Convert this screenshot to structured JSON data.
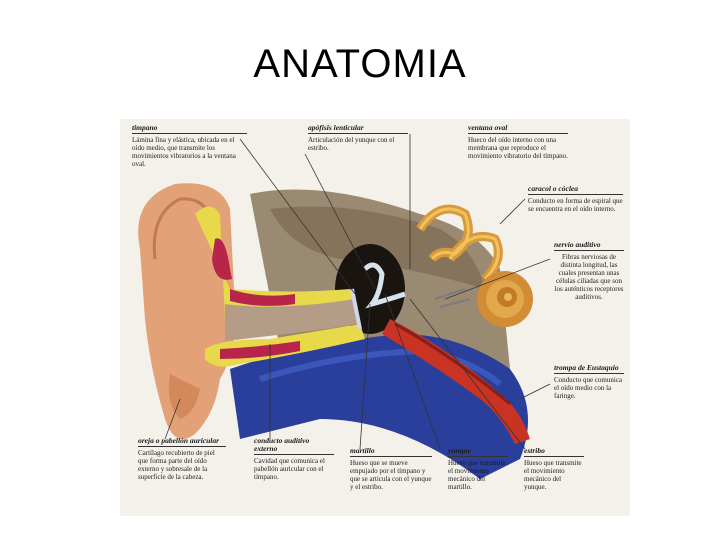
{
  "title": "ANATOMIA",
  "labels": {
    "timpano": {
      "heading": "timpano",
      "desc": "Lámina fina y elástica, ubicada en el oído medio, que transmite los movimientos vibratorios a la ventana oval."
    },
    "apofisis": {
      "heading": "apófisis lenticular",
      "desc": "Articulación del yunque con el estribo."
    },
    "ventana": {
      "heading": "ventana oval",
      "desc": "Hueco del oído interno con una membrana que reproduce el movimiento vibratorio del tímpano."
    },
    "caracol": {
      "heading": "caracol o cóclea",
      "desc": "Conducto en forma de espiral que se encuentra en el oído interno."
    },
    "nervio": {
      "heading": "nervio auditivo",
      "desc": "Fibras nerviosas de distinta longitud, las cuales presentan unas células ciliadas que son los auténticos receptores auditivos."
    },
    "trompa": {
      "heading": "trompa de Eustaquio",
      "desc": "Conducto que comunica el oído medio con la faringe."
    },
    "oreja": {
      "heading": "oreja o pabellón auricular",
      "desc": "Cartílago recubierto de piel que forma parte del oído externo y sobresale de la superficie de la cabeza."
    },
    "conducto": {
      "heading": "conducto auditivo externo",
      "desc": "Cavidad que comunica el pabellón auricular con el tímpano."
    },
    "martillo": {
      "heading": "martillo",
      "desc": "Hueso que se mueve empujado por el tímpano y que se articula con el yunque y el estribo."
    },
    "yunque": {
      "heading": "yunque",
      "desc": "Hueso que transmite el movimiento mecánico del martillo."
    },
    "estribo": {
      "heading": "estribo",
      "desc": "Hueso que transmite el movimiento mecánico del yunque."
    }
  }
}
